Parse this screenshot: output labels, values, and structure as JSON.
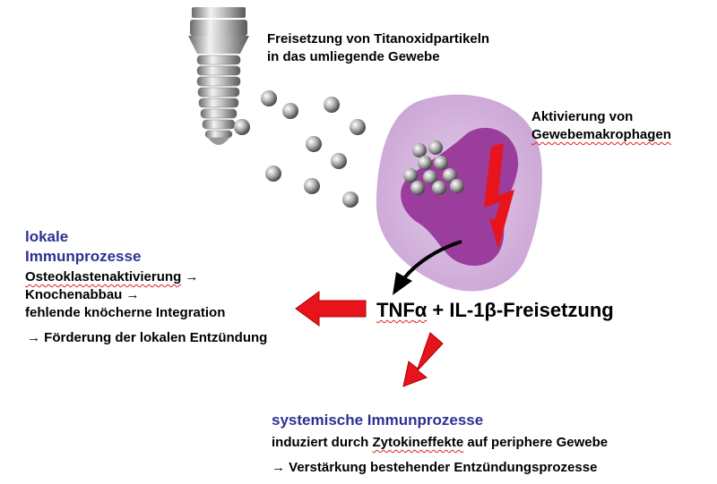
{
  "release": {
    "line1": "Freisetzung von Titanoxidpartikeln",
    "line2": "in das umliegende Gewebe"
  },
  "activation": {
    "line1": "Aktivierung von",
    "line2": "Gewebemakrophagen"
  },
  "cytokine": {
    "tnf": "TNF",
    "alpha": "α",
    "rest1": " + IL-1",
    "beta": "β",
    "rest2": "-Freisetzung"
  },
  "local": {
    "title1": "lokale",
    "title2": "Immunprozesse",
    "osteo": "Osteoklastenaktivierung",
    "arrow1": " →",
    "bone": "Knochenabbau →",
    "integration": "fehlende knöcherne Integration",
    "promotion": "→  Förderung der lokalen Entzündung"
  },
  "systemic": {
    "title": "systemische Immunprozesse",
    "induced_pre": "induziert durch ",
    "induced_mid": "Zytokineffekte",
    "induced_post": " auf periphere Gewebe",
    "amplification": "→  Verstärkung bestehender Entzündungsprozesse"
  },
  "colors": {
    "accent_blue": "#2e3192",
    "arrow_red": "#e8141c",
    "macrophage_outer": "#d7b8e0",
    "macrophage_nucleus": "#9b3d9c"
  }
}
